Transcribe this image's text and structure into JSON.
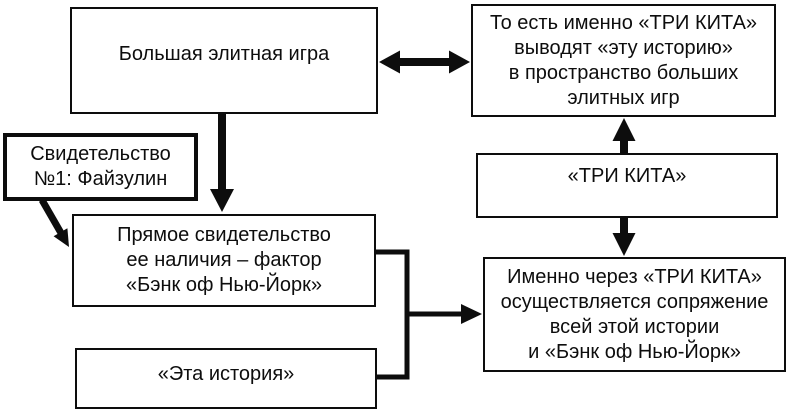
{
  "diagram": {
    "background_color": "#ffffff",
    "ink_color": "#0d0d0d",
    "nodes": {
      "big_elite_game": {
        "label": "Большая элитная игра"
      },
      "whales_bring": {
        "label": "То есть именно «ТРИ КИТА»\nвыводят «эту историю»\nв пространство больших\nэлитных игр"
      },
      "testimony": {
        "label": "Свидетельство\n№1: Файзулин"
      },
      "direct_evidence": {
        "label": "Прямое свидетельство\nее наличия – фактор\n«Бэнк оф Нью-Йорк»"
      },
      "three_whales": {
        "label": "«ТРИ КИТА»"
      },
      "conjunction": {
        "label": "Именно через «ТРИ КИТА»\nосуществляется сопряжение\nвсей этой истории\nи «Бэнк оф Нью-Йорк»"
      },
      "this_story": {
        "label": "«Эта история»"
      }
    },
    "connections": [
      {
        "from": "big_elite_game",
        "to": "whales_bring",
        "type": "double-headed-arrow"
      },
      {
        "from": "big_elite_game",
        "to": "direct_evidence",
        "type": "arrow-down"
      },
      {
        "from": "testimony",
        "to": "direct_evidence",
        "type": "arrow-diagonal"
      },
      {
        "from": "three_whales",
        "to": "whales_bring",
        "type": "arrow-up"
      },
      {
        "from": "three_whales",
        "to": "conjunction",
        "type": "arrow-down"
      },
      {
        "from": "direct_evidence, this_story",
        "to": "conjunction",
        "type": "merge-bracket-arrow"
      }
    ]
  }
}
